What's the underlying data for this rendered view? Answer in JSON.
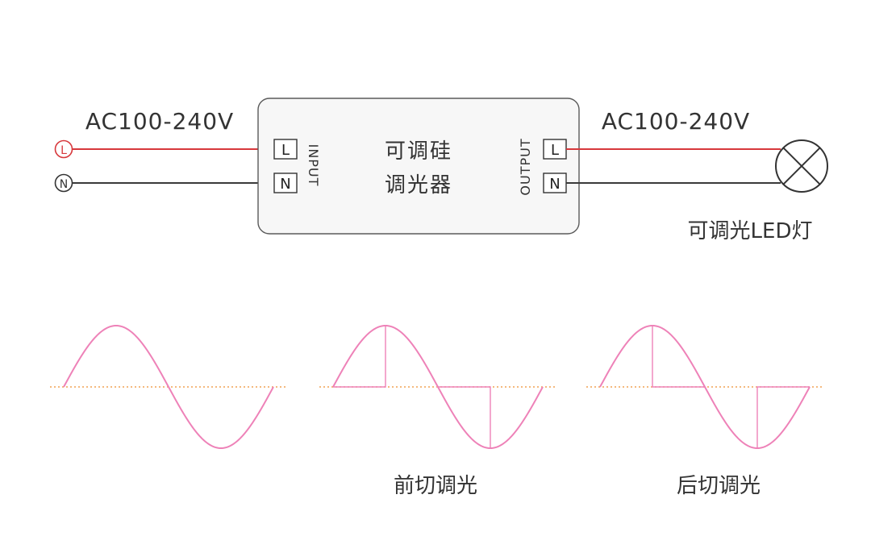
{
  "wiring": {
    "input_voltage": "AC100-240V",
    "output_voltage": "AC100-240V",
    "line_terminal_label": "L",
    "neutral_terminal_label": "N",
    "dimmer": {
      "name_line1": "可调硅",
      "name_line2": "调光器",
      "input_label": "INPUT",
      "output_label": "OUTPUT"
    },
    "lamp_label": "可调光LED灯",
    "colors": {
      "line_wire": "#d7383c",
      "neutral_wire": "#3a3a3a",
      "box_fill": "#f7f7f7",
      "box_stroke": "#5a5a5a"
    }
  },
  "waveforms": {
    "items": [
      {
        "id": "full",
        "caption": ""
      },
      {
        "id": "leading-edge",
        "caption": "前切调光"
      },
      {
        "id": "trailing-edge",
        "caption": "后切调光"
      }
    ],
    "colors": {
      "wave": "#ee82b8",
      "baseline": "#f0a254"
    }
  }
}
